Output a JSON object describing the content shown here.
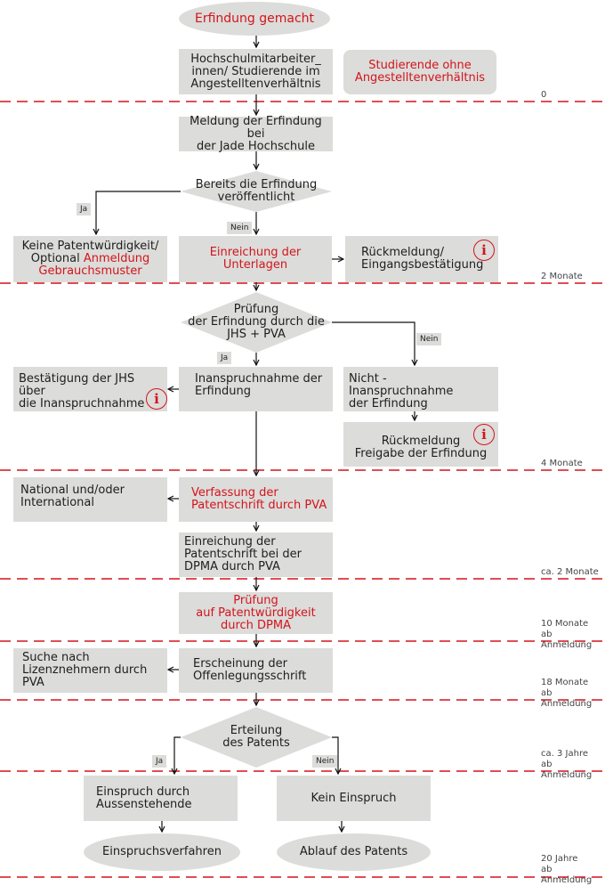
{
  "nodes": {
    "start": "Erfindung gemacht",
    "staff": "Hochschulmitarbeiter_\ninnen/ Studierende im\nAngestelltenverhältnis",
    "students": "Studierende ohne\nAngestelltenverhältnis",
    "report": "Meldung der Erfindung bei\nder Jade Hochschule",
    "published": "Bereits die Erfindung\nveröffentlicht",
    "no_patent_a": "Keine Patentwürdigkeit/\nOptional ",
    "no_patent_b": "Anmeldung\nGebrauchsmuster",
    "submit_docs": "Einreichung der\nUnterlagen",
    "feedback": "Rückmeldung/\nEingangsbestätigung",
    "review": "Prüfung\nder Erfindung durch die\nJHS + PVA",
    "confirm": "Bestätigung der JHS über\ndie Inanspruchnahme",
    "claim": "Inanspruchnahme der\nErfindung",
    "no_claim": "Nicht - Inanspruchnahme\nder Erfindung",
    "release": "Rückmeldung\nFreigabe der Erfindung",
    "national": "National und/oder\nInternational",
    "draft": "Verfassung der\nPatentschrift durch PVA",
    "submit_dpma": "Einreichung der\nPatentschrift bei der\nDPMA durch PVA",
    "exam": "Prüfung\nauf Patentwürdigkeit\ndurch DPMA",
    "search": "Suche nach\nLizenznehmern durch\nPVA",
    "publication": "Erscheinung der\nOffenlegungsschrift",
    "grant": "Erteilung\ndes Patents",
    "objection": "Einspruch durch\nAussenstehende",
    "no_objection": "Kein Einspruch",
    "objection_proc": "Einspruchsverfahren",
    "expiry": "Ablauf des Patents"
  },
  "tags": {
    "ja": "Ja",
    "nein": "Nein"
  },
  "info_symbol": "i",
  "timeline": {
    "t0": "0",
    "t1": "2 Monate",
    "t2": "4 Monate",
    "t3": "ca. 2 Monate",
    "t4": "10 Monate\nab Anmeldung",
    "t5": "18 Monate\nab Anmeldung",
    "t6": "ca. 3 Jahre\nab Anmeldung",
    "t7": "20 Jahre\nab Anmeldung"
  },
  "colors": {
    "box": "#dcdcda",
    "accent": "#d3141c",
    "line": "#111111"
  }
}
